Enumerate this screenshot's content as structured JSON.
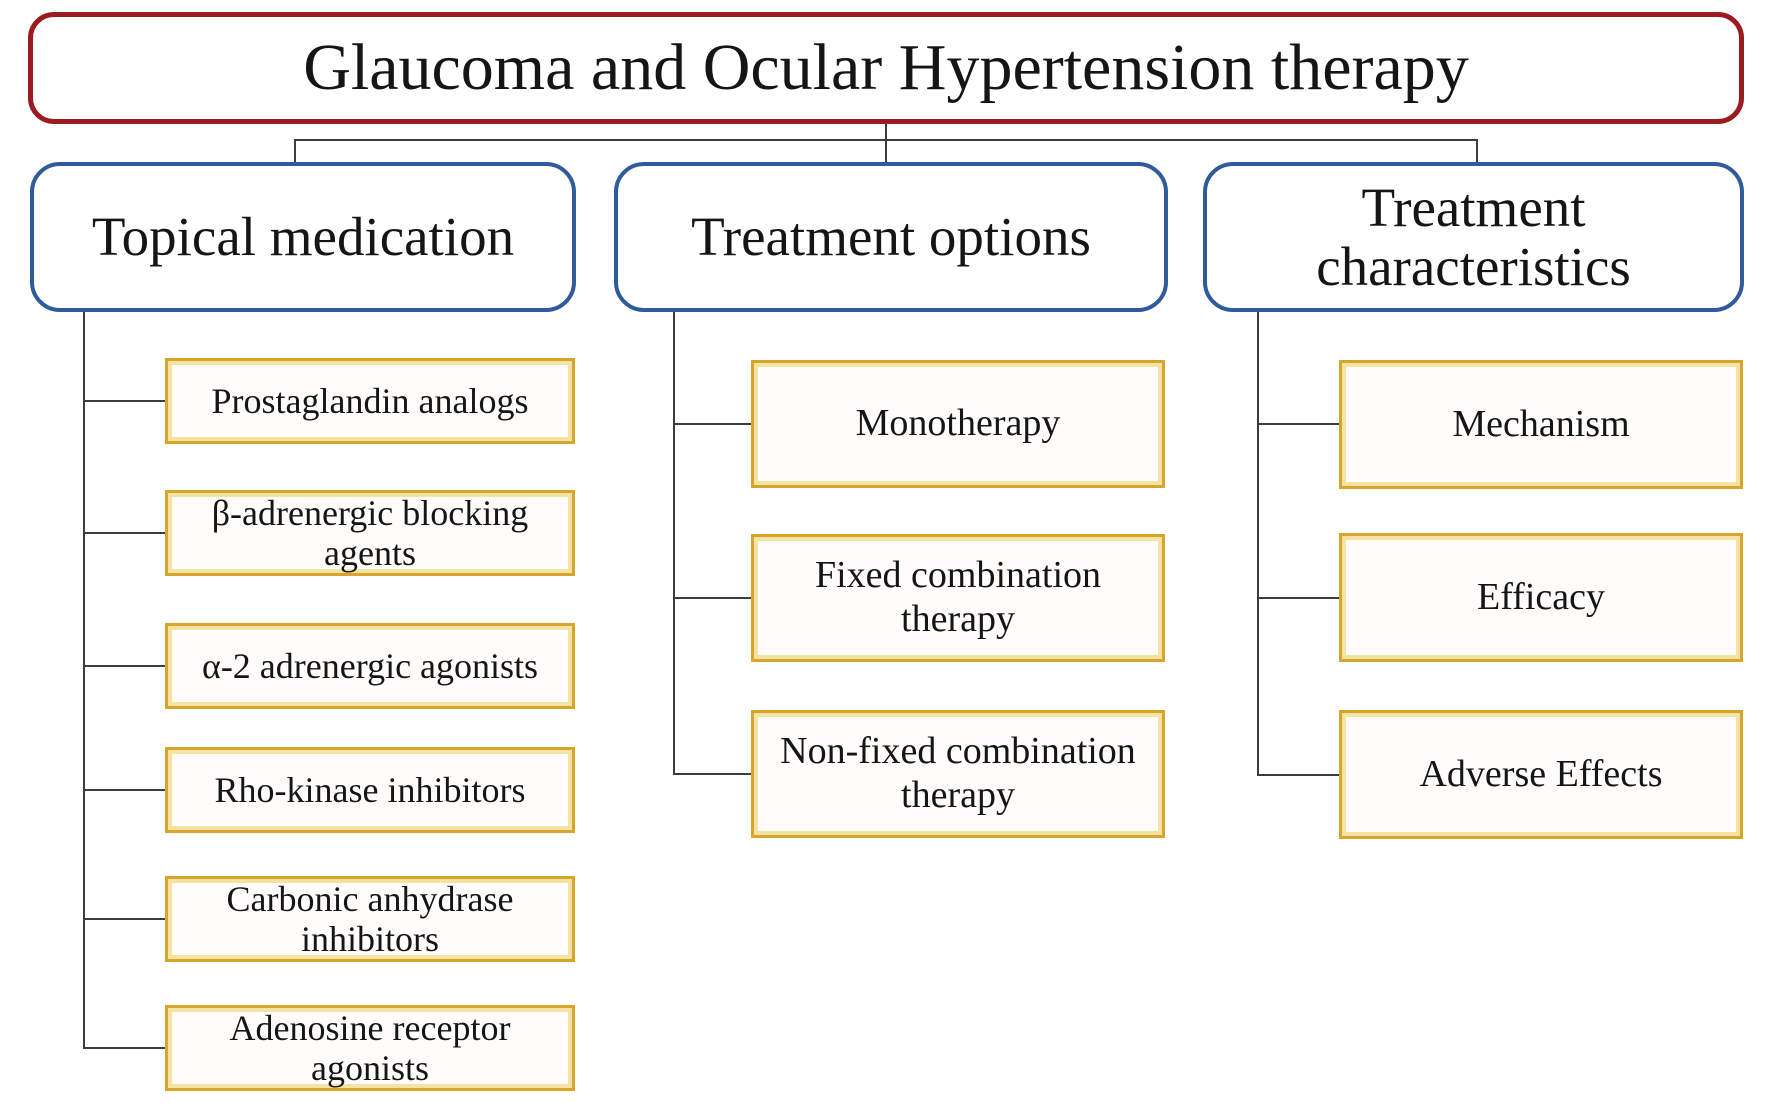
{
  "diagram": {
    "title": "Glaucoma and Ocular Hypertension therapy",
    "columns": [
      {
        "header": "Topical medication",
        "items": [
          "Prostaglandin analogs",
          "β-adrenergic blocking agents",
          "α-2 adrenergic agonists",
          "Rho-kinase inhibitors",
          "Carbonic anhydrase inhibitors",
          "Adenosine receptor agonists"
        ]
      },
      {
        "header": "Treatment options",
        "items": [
          "Monotherapy",
          "Fixed combination therapy",
          "Non-fixed combination therapy"
        ]
      },
      {
        "header": "Treatment characteristics",
        "items": [
          "Mechanism",
          "Efficacy",
          "Adverse Effects"
        ]
      }
    ],
    "colors": {
      "title_border": "#9b1b20",
      "branch_border": "#2d5b9c",
      "item_border_outer": "#d8a52c",
      "item_border_inner": "#f5e3a4",
      "connector_line": "#3c3c3c",
      "text": "#151515",
      "background": "#ffffff"
    }
  }
}
